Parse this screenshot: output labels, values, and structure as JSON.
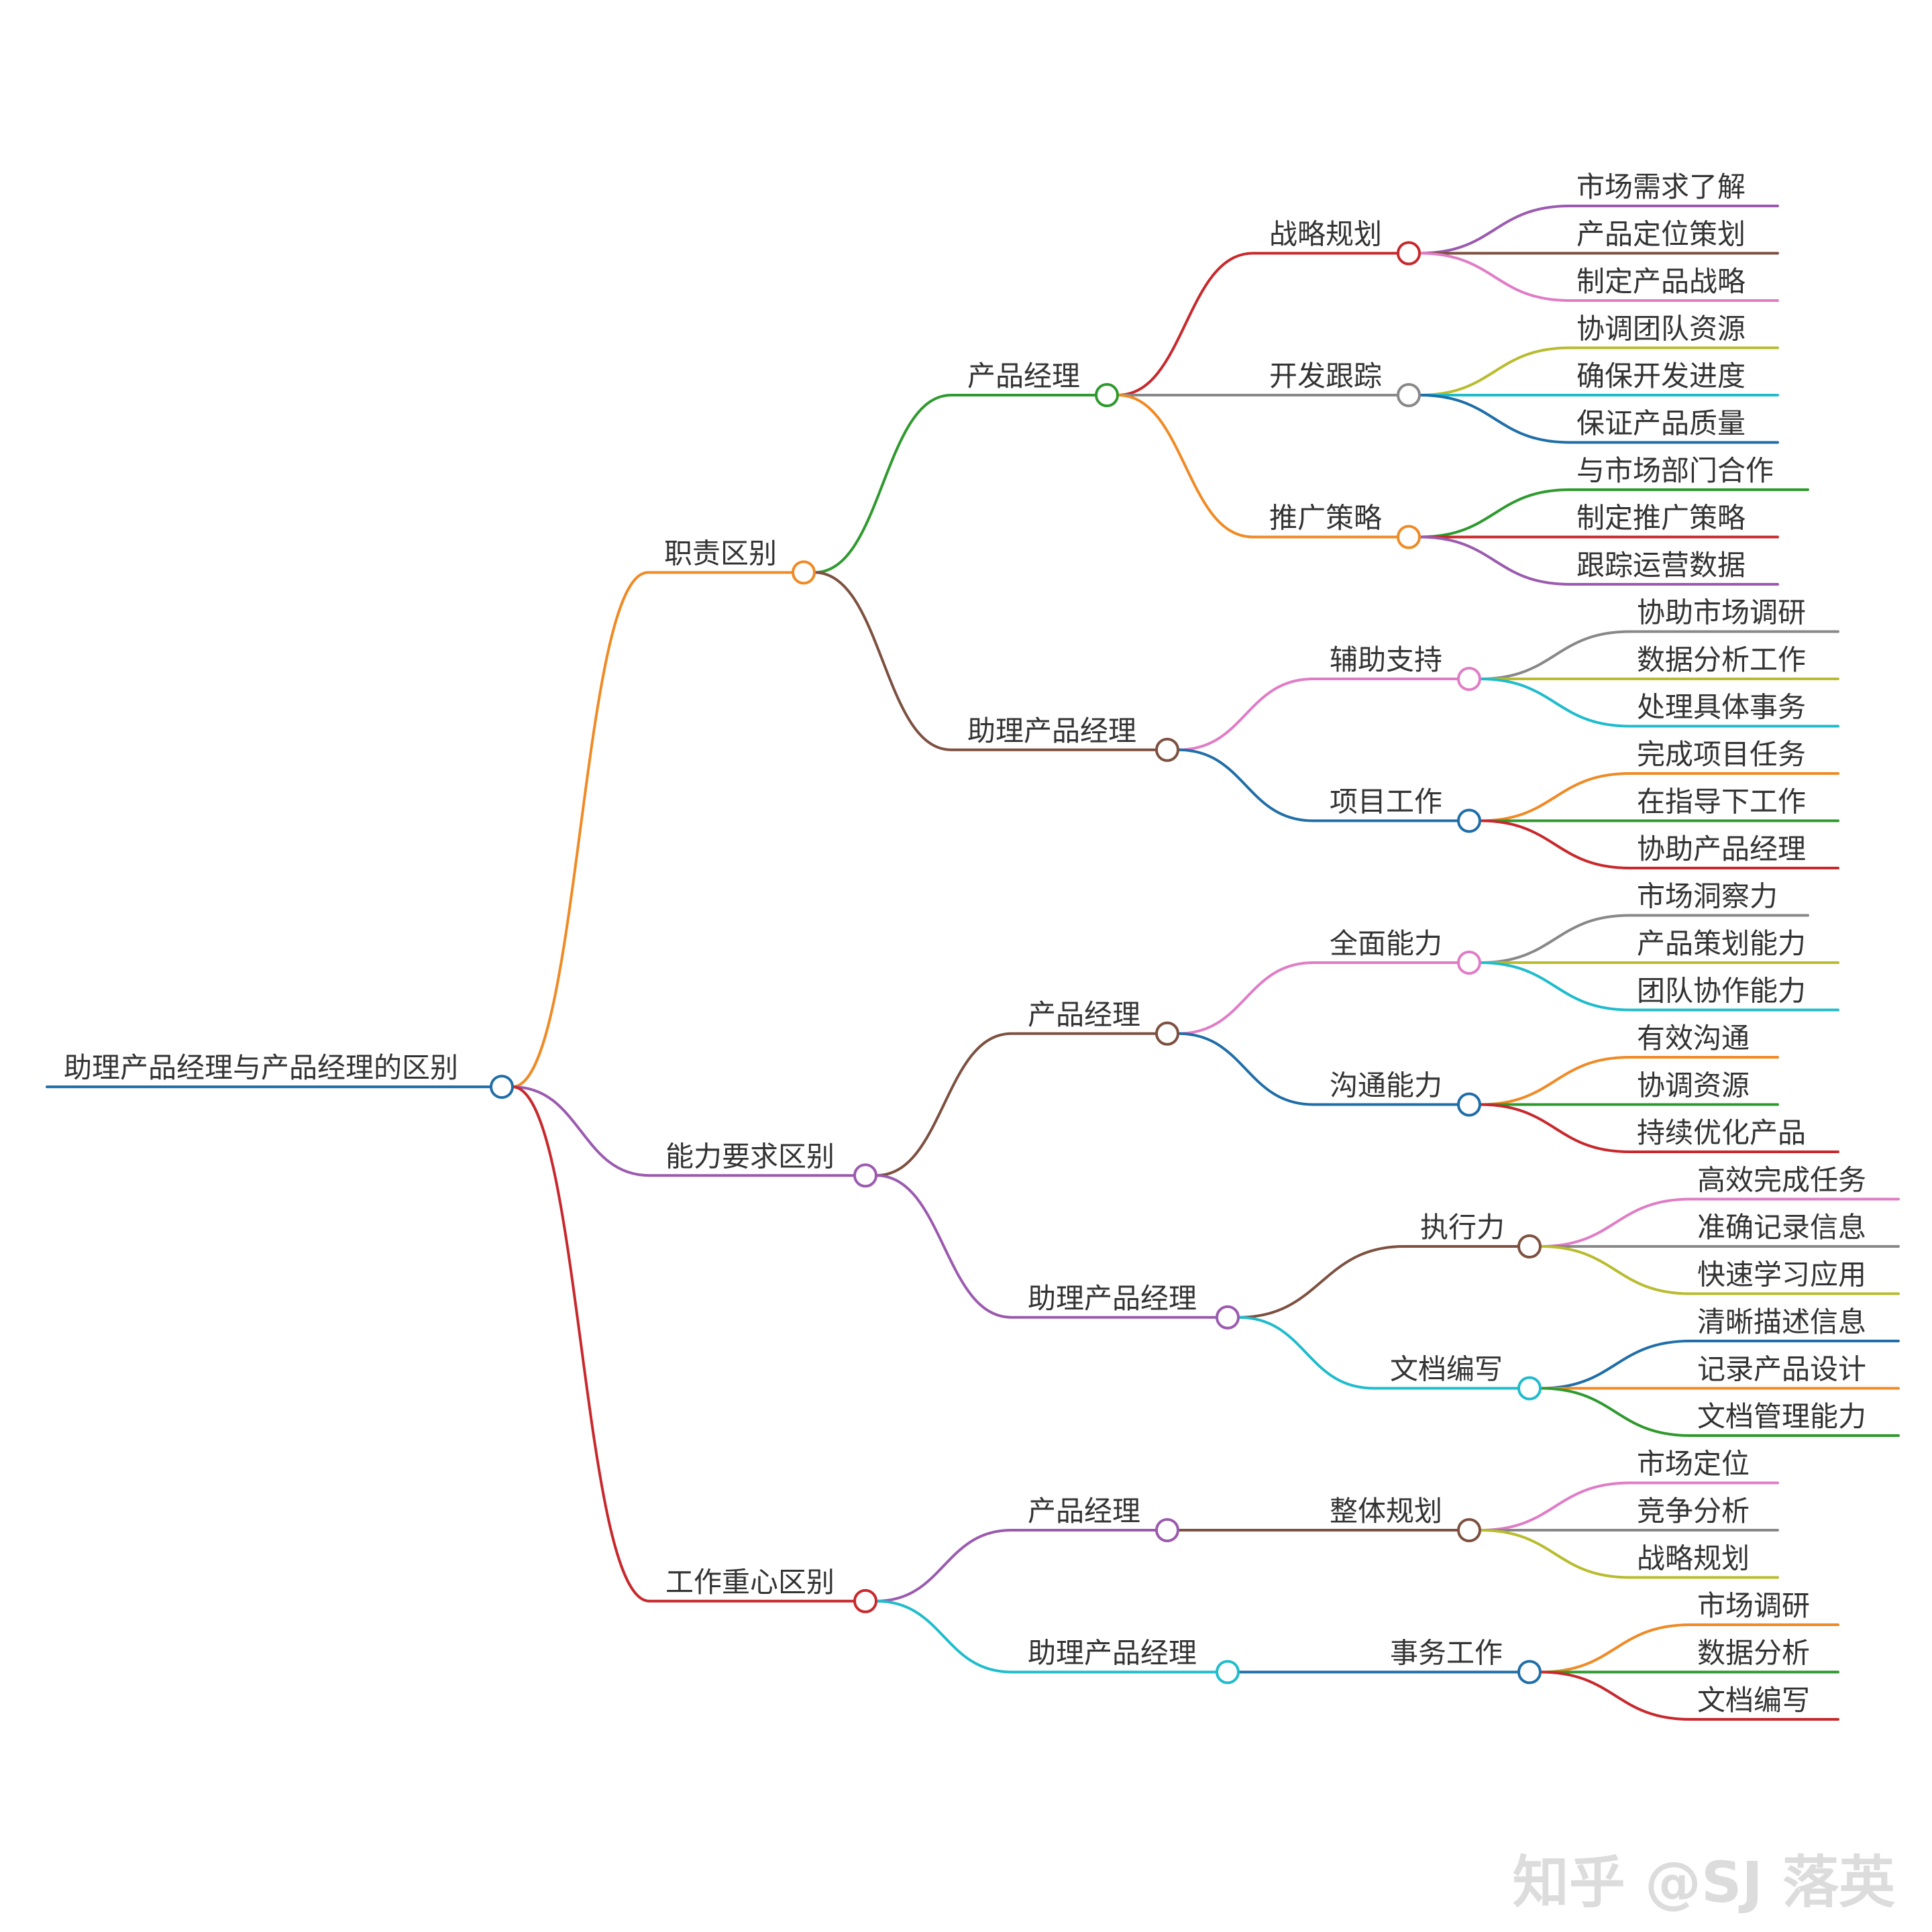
{
  "watermark": "知乎 @SJ 落英",
  "root": {
    "label": "助理产品经理与产品经理的区别",
    "color": "#1f6ea8",
    "children": [
      {
        "label": "职责区别",
        "color": "#f08a24",
        "children": [
          {
            "label": "产品经理",
            "color": "#2e9a2e",
            "children": [
              {
                "label": "战略规划",
                "color": "#c8282c",
                "children": [
                  {
                    "label": "市场需求了解",
                    "color": "#9b5aaf"
                  },
                  {
                    "label": "产品定位策划",
                    "color": "#7d5040"
                  },
                  {
                    "label": "制定产品战略",
                    "color": "#e07cc6"
                  }
                ]
              },
              {
                "label": "开发跟踪",
                "color": "#888888",
                "children": [
                  {
                    "label": "协调团队资源",
                    "color": "#b8bc2e"
                  },
                  {
                    "label": "确保开发进度",
                    "color": "#1fbccc"
                  },
                  {
                    "label": "保证产品质量",
                    "color": "#1f6ea8"
                  }
                ]
              },
              {
                "label": "推广策略",
                "color": "#f08a24",
                "children": [
                  {
                    "label": "与市场部门合作",
                    "color": "#2e9a2e"
                  },
                  {
                    "label": "制定推广策略",
                    "color": "#c8282c"
                  },
                  {
                    "label": "跟踪运营数据",
                    "color": "#9b5aaf"
                  }
                ]
              }
            ]
          },
          {
            "label": "助理产品经理",
            "color": "#7d5040",
            "children": [
              {
                "label": "辅助支持",
                "color": "#e07cc6",
                "children": [
                  {
                    "label": "协助市场调研",
                    "color": "#888888"
                  },
                  {
                    "label": "数据分析工作",
                    "color": "#b8bc2e"
                  },
                  {
                    "label": "处理具体事务",
                    "color": "#1fbccc"
                  }
                ]
              },
              {
                "label": "项目工作",
                "color": "#1f6ea8",
                "children": [
                  {
                    "label": "完成项目任务",
                    "color": "#f08a24"
                  },
                  {
                    "label": "在指导下工作",
                    "color": "#2e9a2e"
                  },
                  {
                    "label": "协助产品经理",
                    "color": "#c8282c"
                  }
                ]
              }
            ]
          }
        ]
      },
      {
        "label": "能力要求区别",
        "color": "#9b5aaf",
        "children": [
          {
            "label": "产品经理",
            "color": "#7d5040",
            "children": [
              {
                "label": "全面能力",
                "color": "#e07cc6",
                "children": [
                  {
                    "label": "市场洞察力",
                    "color": "#888888"
                  },
                  {
                    "label": "产品策划能力",
                    "color": "#b8bc2e"
                  },
                  {
                    "label": "团队协作能力",
                    "color": "#1fbccc"
                  }
                ]
              },
              {
                "label": "沟通能力",
                "color": "#1f6ea8",
                "children": [
                  {
                    "label": "有效沟通",
                    "color": "#f08a24"
                  },
                  {
                    "label": "协调资源",
                    "color": "#2e9a2e"
                  },
                  {
                    "label": "持续优化产品",
                    "color": "#c8282c"
                  }
                ]
              }
            ]
          },
          {
            "label": "助理产品经理",
            "color": "#9b5aaf",
            "children": [
              {
                "label": "执行力",
                "color": "#7d5040",
                "children": [
                  {
                    "label": "高效完成任务",
                    "color": "#e07cc6"
                  },
                  {
                    "label": "准确记录信息",
                    "color": "#888888"
                  },
                  {
                    "label": "快速学习应用",
                    "color": "#b8bc2e"
                  }
                ]
              },
              {
                "label": "文档编写",
                "color": "#1fbccc",
                "children": [
                  {
                    "label": "清晰描述信息",
                    "color": "#1f6ea8"
                  },
                  {
                    "label": "记录产品设计",
                    "color": "#f08a24"
                  },
                  {
                    "label": "文档管理能力",
                    "color": "#2e9a2e"
                  }
                ]
              }
            ]
          }
        ]
      },
      {
        "label": "工作重心区别",
        "color": "#c8282c",
        "children": [
          {
            "label": "产品经理",
            "color": "#9b5aaf",
            "children": [
              {
                "label": "整体规划",
                "color": "#7d5040",
                "children": [
                  {
                    "label": "市场定位",
                    "color": "#e07cc6"
                  },
                  {
                    "label": "竞争分析",
                    "color": "#888888"
                  },
                  {
                    "label": "战略规划",
                    "color": "#b8bc2e"
                  }
                ]
              }
            ]
          },
          {
            "label": "助理产品经理",
            "color": "#1fbccc",
            "children": [
              {
                "label": "事务工作",
                "color": "#1f6ea8",
                "children": [
                  {
                    "label": "市场调研",
                    "color": "#f08a24"
                  },
                  {
                    "label": "数据分析",
                    "color": "#2e9a2e"
                  },
                  {
                    "label": "文档编写",
                    "color": "#c8282c"
                  }
                ]
              }
            ]
          }
        ]
      }
    ]
  }
}
